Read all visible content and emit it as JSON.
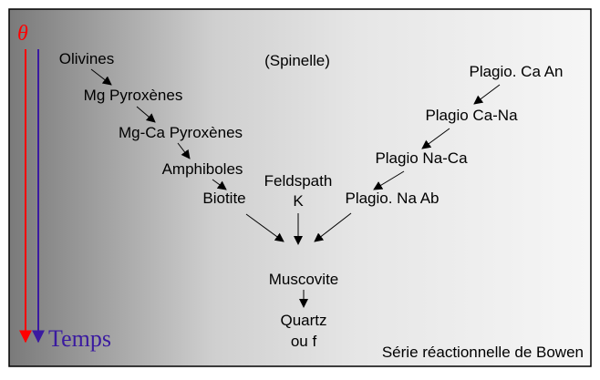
{
  "axis": {
    "theta_label": "θ",
    "time_label": "Temps",
    "theta_color": "#ff0000",
    "time_color": "#3a1aa0"
  },
  "nodes": {
    "olivines": "Olivines",
    "mg_pyroxenes": "Mg Pyroxènes",
    "mgca_pyroxenes": "Mg-Ca Pyroxènes",
    "amphiboles": "Amphiboles",
    "biotite": "Biotite",
    "spinelle": "(Spinelle)",
    "plagio_ca_an": "Plagio. Ca An",
    "plagio_cana": "Plagio Ca-Na",
    "plagio_naca": "Plagio Na-Ca",
    "plagio_na_ab": "Plagio. Na Ab",
    "feldspath_line1": "Feldspath",
    "feldspath_line2": "K",
    "muscovite": "Muscovite",
    "quartz_line1": "Quartz",
    "quartz_line2": "ou f"
  },
  "caption": "Série réactionnelle de Bowen",
  "colors": {
    "gradient_left": "#7a7a7a",
    "gradient_right": "#f4f4f4",
    "border": "#000000",
    "arrow": "#000000"
  }
}
